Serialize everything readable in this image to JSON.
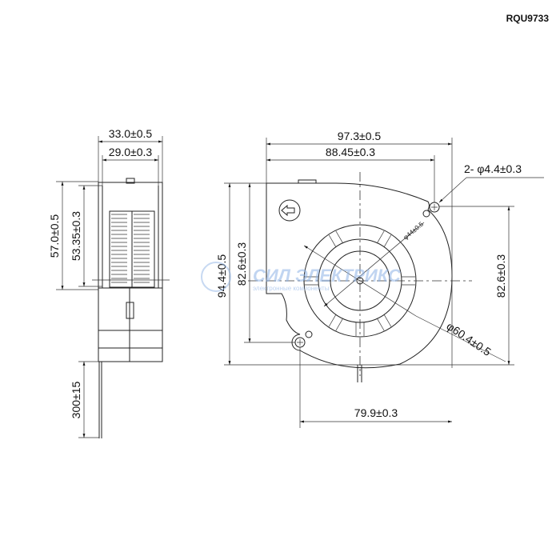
{
  "part_number": "RQU9733",
  "side_view": {
    "width_outer": "33.0±0.5",
    "width_inner": "29.0±0.3",
    "height_outer": "57.0±0.5",
    "height_inner": "53.35±0.3",
    "wire_length": "300±15"
  },
  "front_view": {
    "width_total": "97.3±0.5",
    "width_holes": "88.45±0.3",
    "height_total": "94.4±0.5",
    "height_holes_left": "82.6±0.3",
    "height_holes_right": "82.6±0.3",
    "bottom_hole_span": "79.9±0.3",
    "mounting_holes": "2- φ4.4±0.3",
    "inlet_diameter": "φ44±0.5",
    "outer_diameter": "φ60.4±0.5"
  },
  "watermark": {
    "brand": "СИЛ ЭЛЕКТРИКС",
    "tagline": "электронные компоненты"
  }
}
